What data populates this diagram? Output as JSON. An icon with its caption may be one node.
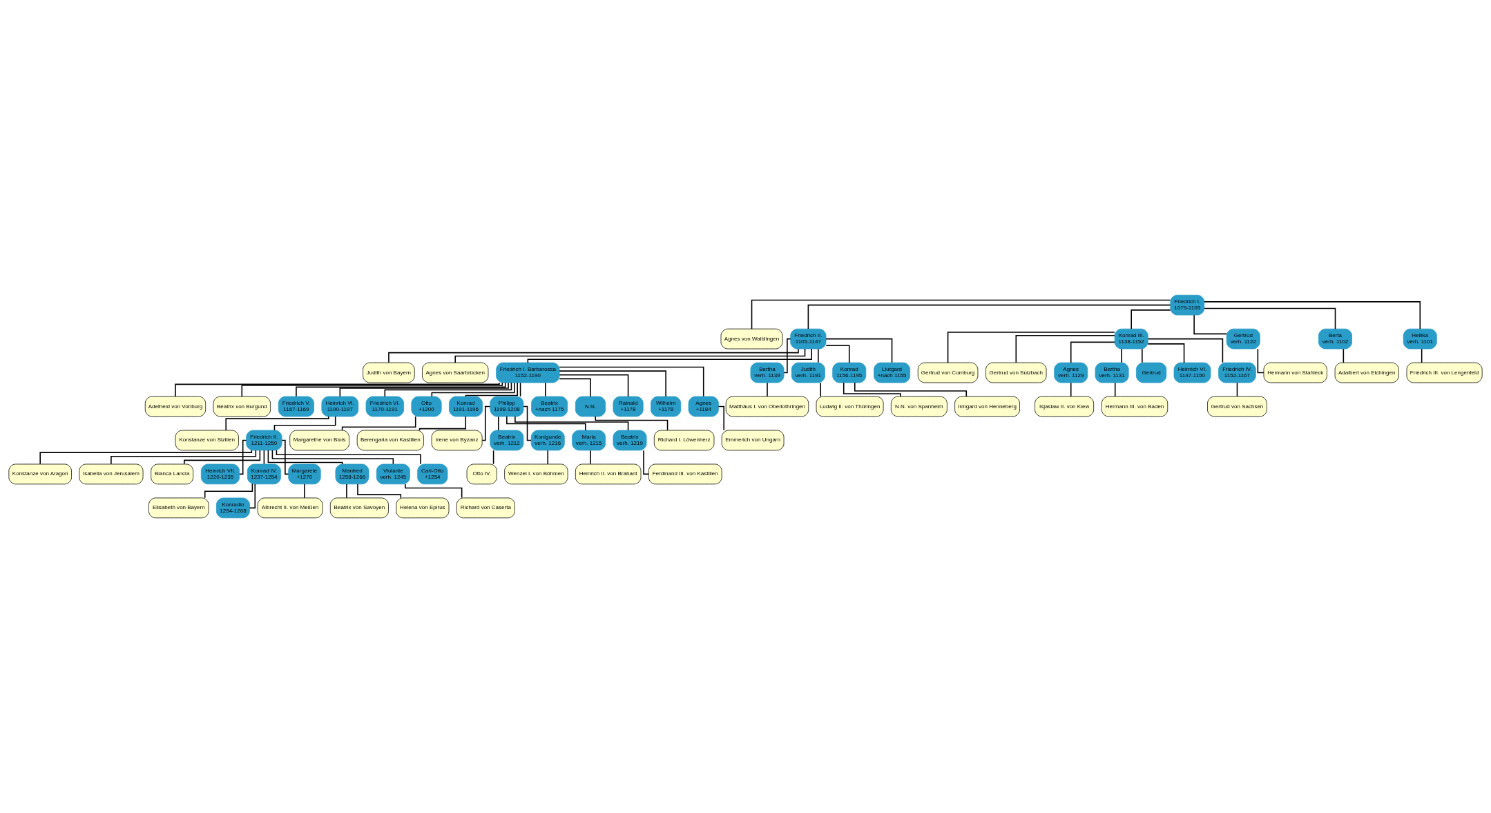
{
  "diagram": {
    "nodes": [
      {
        "text": [
          "Friedrich I.",
          "1079-1105"
        ]
      },
      {
        "text": [
          "Agnes von Waiblingen"
        ]
      },
      {
        "text": [
          "Friedrich II.",
          "1105-1147"
        ]
      },
      {
        "text": [
          "Konrad III.",
          "1138-1152"
        ]
      },
      {
        "text": [
          "Gertrud",
          "verh. 1122"
        ]
      },
      {
        "text": [
          "Berta",
          "verh. 1102"
        ]
      },
      {
        "text": [
          "Heilika",
          "verh. 1101"
        ]
      },
      {
        "text": [
          "Judith von Bayern"
        ]
      },
      {
        "text": [
          "Agnes von Saarbrücken"
        ]
      },
      {
        "text": [
          "Gertrud von Comburg"
        ]
      },
      {
        "text": [
          "Gertrud von Sulzbach"
        ]
      },
      {
        "text": [
          "Hermann von Stahleck"
        ]
      },
      {
        "text": [
          "Adalbert von Elchingen"
        ]
      },
      {
        "text": [
          "Friedrich III. von Lengenfeld"
        ]
      },
      {
        "text": [
          "Friedrich I. Barbarossa",
          "1152-1190"
        ]
      },
      {
        "text": [
          "Bertha",
          "verh. 1139"
        ]
      },
      {
        "text": [
          "Judith",
          "verh. 1191"
        ]
      },
      {
        "text": [
          "Konrad",
          "1156-1195"
        ]
      },
      {
        "text": [
          "Liutgard",
          "+nach 1155"
        ]
      },
      {
        "text": [
          "Agnes",
          "verh. 1129"
        ]
      },
      {
        "text": [
          "Bertha",
          "verh. 1131"
        ]
      },
      {
        "text": [
          "Gertrud"
        ]
      },
      {
        "text": [
          "Heinrich VI.",
          "1147-1150"
        ]
      },
      {
        "text": [
          "Friedrich IV.",
          "1152-1167"
        ]
      },
      {
        "text": [
          "Adelheid von Vohburg"
        ]
      },
      {
        "text": [
          "Beatrix von Burgund"
        ]
      },
      {
        "text": [
          "Matthäus I. von Oberlothringen"
        ]
      },
      {
        "text": [
          "Ludwig II. von Thüringen"
        ]
      },
      {
        "text": [
          "N.N. von Spanheim"
        ]
      },
      {
        "text": [
          "Irmgard von Henneberg"
        ]
      },
      {
        "text": [
          "Isjaslaw II. von Kiew"
        ]
      },
      {
        "text": [
          "Hermann III. von Baden"
        ]
      },
      {
        "text": [
          "Gertrud von Sachsen"
        ]
      },
      {
        "text": [
          "Friedrich V.",
          "1167-1169"
        ]
      },
      {
        "text": [
          "Heinrich VI.",
          "1190-1197"
        ]
      },
      {
        "text": [
          "Friedrich VI.",
          "1170-1191"
        ]
      },
      {
        "text": [
          "Otto",
          "+1200"
        ]
      },
      {
        "text": [
          "Konrad",
          "1191-1196"
        ]
      },
      {
        "text": [
          "Philipp",
          "1198-1208"
        ]
      },
      {
        "text": [
          "Beatrix",
          "+nach 1175"
        ]
      },
      {
        "text": [
          "N.N."
        ]
      },
      {
        "text": [
          "Rainald",
          "+1178"
        ]
      },
      {
        "text": [
          "Wilhelm",
          "+1178"
        ]
      },
      {
        "text": [
          "Agnes",
          "+1184"
        ]
      },
      {
        "text": [
          "Konstanze von Sizilien"
        ]
      },
      {
        "text": [
          "Margarethe von Blois"
        ]
      },
      {
        "text": [
          "Berengaria von Kastilien"
        ]
      },
      {
        "text": [
          "Irene von Byzanz"
        ]
      },
      {
        "text": [
          "Richard I. Löwenherz"
        ]
      },
      {
        "text": [
          "Emmerich von Ungarn"
        ]
      },
      {
        "text": [
          "Friedrich II.",
          "1211-1250"
        ]
      },
      {
        "text": [
          "Beatrix",
          "verh. 1212"
        ]
      },
      {
        "text": [
          "Kunigunde",
          "verh. 1216"
        ]
      },
      {
        "text": [
          "Maria",
          "verh. 1215"
        ]
      },
      {
        "text": [
          "Beatrix",
          "verh. 1219"
        ]
      },
      {
        "text": [
          "Konstanze von Aragon"
        ]
      },
      {
        "text": [
          "Isabella von Jerusalem"
        ]
      },
      {
        "text": [
          "Otto IV."
        ]
      },
      {
        "text": [
          "Wenzel I. von Böhmen"
        ]
      },
      {
        "text": [
          "Heinrich II. von Brabant"
        ]
      },
      {
        "text": [
          "Ferdinand III. von Kastilien"
        ]
      },
      {
        "text": [
          "Bianca Lancia"
        ]
      },
      {
        "text": [
          "Heinrich VII.",
          "1220-1235"
        ]
      },
      {
        "text": [
          "Konrad IV.",
          "1237-1254"
        ]
      },
      {
        "text": [
          "Margarete",
          "+1270"
        ]
      },
      {
        "text": [
          "Manfred",
          "1258-1266"
        ]
      },
      {
        "text": [
          "Violante",
          "verh. 1245"
        ]
      },
      {
        "text": [
          "Carl-Otto",
          "+1254"
        ]
      },
      {
        "text": [
          "Elisabeth von Bayern"
        ]
      },
      {
        "text": [
          "Albrecht II. von Meißen"
        ]
      },
      {
        "text": [
          "Beatrix von Savoyen"
        ]
      },
      {
        "text": [
          "Helena von Epirus"
        ]
      },
      {
        "text": [
          "Richard von Caserta"
        ]
      },
      {
        "text": [
          "Konradin",
          "1254-1268"
        ]
      }
    ],
    "edges": [
      {
        "from": 0,
        "to": 1,
        "arrow": "none"
      },
      {
        "from": 0,
        "to": 2,
        "arrow": "none"
      },
      {
        "from": 0,
        "to": 3,
        "arrow": "none"
      },
      {
        "from": 0,
        "to": 4,
        "arrow": "none"
      },
      {
        "from": 0,
        "to": 5,
        "arrow": "none"
      },
      {
        "from": 0,
        "to": 6,
        "arrow": "none"
      },
      {
        "from": 2,
        "to": 7,
        "arrow": "none"
      },
      {
        "from": 2,
        "to": 8,
        "arrow": "none"
      },
      {
        "from": 3,
        "to": 9,
        "arrow": "none"
      },
      {
        "from": 3,
        "to": 10,
        "arrow": "none"
      },
      {
        "from": 4,
        "to": 11,
        "arrow": "none"
      },
      {
        "from": 5,
        "to": 12,
        "arrow": "none"
      },
      {
        "from": 6,
        "to": 13,
        "arrow": "none"
      },
      {
        "from": 2,
        "to": 14,
        "arrow": "none"
      },
      {
        "from": 2,
        "to": 15,
        "arrow": "none"
      },
      {
        "from": 2,
        "to": 16,
        "arrow": "none"
      },
      {
        "from": 2,
        "to": 17,
        "arrow": "none"
      },
      {
        "from": 2,
        "to": 18,
        "arrow": "none"
      },
      {
        "from": 3,
        "to": 19,
        "arrow": "none"
      },
      {
        "from": 3,
        "to": 20,
        "arrow": "none"
      },
      {
        "from": 3,
        "to": 21,
        "arrow": "none"
      },
      {
        "from": 3,
        "to": 22,
        "arrow": "none"
      },
      {
        "from": 3,
        "to": 23,
        "arrow": "none"
      },
      {
        "from": 14,
        "to": 24,
        "arrow": "none"
      },
      {
        "from": 14,
        "to": 25,
        "arrow": "none"
      },
      {
        "from": 15,
        "to": 26,
        "arrow": "none"
      },
      {
        "from": 16,
        "to": 27,
        "arrow": "none"
      },
      {
        "from": 17,
        "to": 28,
        "arrow": "none"
      },
      {
        "from": 17,
        "to": 29,
        "arrow": "none"
      },
      {
        "from": 19,
        "to": 30,
        "arrow": "none"
      },
      {
        "from": 20,
        "to": 31,
        "arrow": "none"
      },
      {
        "from": 23,
        "to": 32,
        "arrow": "none"
      },
      {
        "from": 14,
        "to": 33,
        "arrow": "none"
      },
      {
        "from": 14,
        "to": 34,
        "arrow": "none"
      },
      {
        "from": 14,
        "to": 35,
        "arrow": "none"
      },
      {
        "from": 14,
        "to": 36,
        "arrow": "none"
      },
      {
        "from": 14,
        "to": 37,
        "arrow": "none"
      },
      {
        "from": 14,
        "to": 38,
        "arrow": "none"
      },
      {
        "from": 14,
        "to": 39,
        "arrow": "none"
      },
      {
        "from": 14,
        "to": 40,
        "arrow": "none"
      },
      {
        "from": 14,
        "to": 41,
        "arrow": "none"
      },
      {
        "from": 14,
        "to": 42,
        "arrow": "none"
      },
      {
        "from": 14,
        "to": 43,
        "arrow": "none"
      },
      {
        "from": 34,
        "to": 44,
        "arrow": "none"
      },
      {
        "from": 36,
        "to": 45,
        "arrow": "none"
      },
      {
        "from": 37,
        "to": 46,
        "arrow": "none"
      },
      {
        "from": 38,
        "to": 47,
        "arrow": "none"
      },
      {
        "from": 40,
        "to": 48,
        "arrow": "none"
      },
      {
        "from": 43,
        "to": 49,
        "arrow": "none"
      },
      {
        "from": 34,
        "to": 50,
        "arrow": "none"
      },
      {
        "from": 38,
        "to": 51,
        "arrow": "none"
      },
      {
        "from": 38,
        "to": 52,
        "arrow": "none"
      },
      {
        "from": 38,
        "to": 53,
        "arrow": "none"
      },
      {
        "from": 38,
        "to": 54,
        "arrow": "none"
      },
      {
        "from": 50,
        "to": 55,
        "arrow": "none"
      },
      {
        "from": 50,
        "to": 56,
        "arrow": "none"
      },
      {
        "from": 51,
        "to": 57,
        "arrow": "none"
      },
      {
        "from": 52,
        "to": 58,
        "arrow": "none"
      },
      {
        "from": 53,
        "to": 59,
        "arrow": "none"
      },
      {
        "from": 54,
        "to": 60,
        "arrow": "none"
      },
      {
        "from": 50,
        "to": 61,
        "arrow": "none"
      },
      {
        "from": 50,
        "to": 62,
        "arrow": "none"
      },
      {
        "from": 50,
        "to": 63,
        "arrow": "none"
      },
      {
        "from": 50,
        "to": 64,
        "arrow": "none"
      },
      {
        "from": 50,
        "to": 65,
        "arrow": "none"
      },
      {
        "from": 50,
        "to": 66,
        "arrow": "none"
      },
      {
        "from": 50,
        "to": 67,
        "arrow": "none"
      },
      {
        "from": 63,
        "to": 68,
        "arrow": "none"
      },
      {
        "from": 64,
        "to": 69,
        "arrow": "none"
      },
      {
        "from": 65,
        "to": 70,
        "arrow": "none"
      },
      {
        "from": 65,
        "to": 71,
        "arrow": "none"
      },
      {
        "from": 66,
        "to": 72,
        "arrow": "none"
      },
      {
        "from": 63,
        "to": 73,
        "arrow": "none"
      }
    ]
  }
}
